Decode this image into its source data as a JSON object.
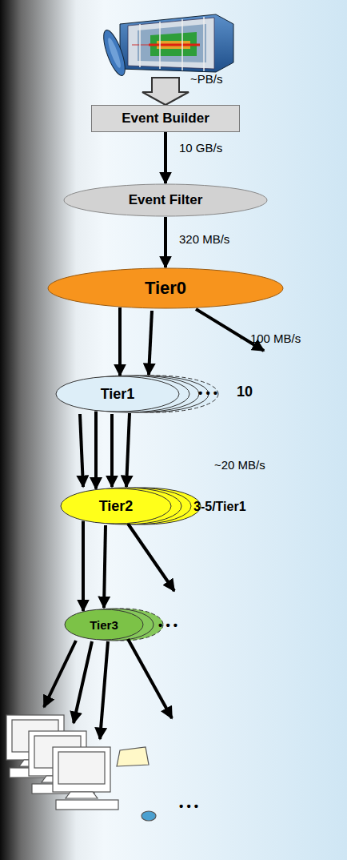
{
  "diagram": {
    "nodes": [
      {
        "text": [
          "Event Builder"
        ]
      },
      {
        "text": [
          "Event Filter"
        ]
      },
      {
        "text": [
          "Tier0"
        ]
      },
      {
        "text": [
          "Tier1"
        ]
      },
      {
        "text": [
          "Tier2"
        ]
      },
      {
        "text": [
          "Tier3"
        ]
      }
    ],
    "edges": [
      {
        "from": 0,
        "to": 1,
        "label": "10 GB/s",
        "arrow": "to"
      },
      {
        "from": 1,
        "to": 2,
        "label": "320 MB/s",
        "arrow": "to"
      },
      {
        "from": 2,
        "to": 3,
        "label": "~ 100 MB/s",
        "arrow": "to"
      },
      {
        "from": 3,
        "to": 4,
        "label": "~20 MB/s",
        "arrow": "to"
      },
      {
        "from": 4,
        "to": 5,
        "arrow": "to"
      }
    ],
    "labels": [
      "~PB/s",
      "• • •",
      "10",
      "3-5/Tier1",
      "• • •",
      "• • •"
    ]
  }
}
